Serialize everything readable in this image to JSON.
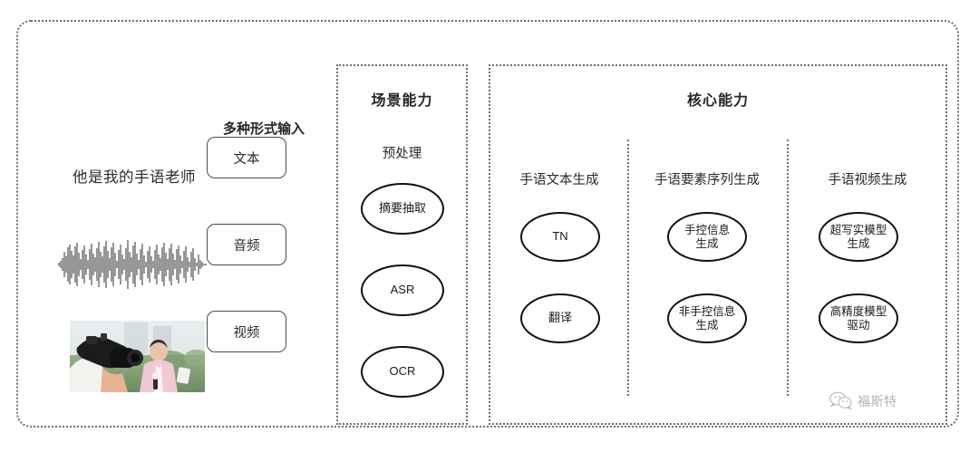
{
  "diagram": {
    "background": "#ffffff",
    "frame_color": "#6f6f6f",
    "node_border_color": "#111111"
  },
  "input_section": {
    "label": "多种形式输入",
    "sample_sentence": "他是我的手语老师",
    "chips": [
      {
        "label": "文本",
        "modality": "text"
      },
      {
        "label": "音频",
        "modality": "audio"
      },
      {
        "label": "视频",
        "modality": "video"
      }
    ],
    "media": {
      "waveform_name": "audio-waveform",
      "photo_caption": "摄像师拍摄出镜记者"
    }
  },
  "scene_panel": {
    "title": "场景能力",
    "group_label": "预处理",
    "nodes": [
      {
        "label": "摘要抽取"
      },
      {
        "label": "ASR"
      },
      {
        "label": "OCR"
      }
    ]
  },
  "core_panel": {
    "title": "核心能力",
    "columns": [
      {
        "heading": "手语文本生成",
        "nodes": [
          {
            "label": "TN"
          },
          {
            "label": "翻译"
          }
        ]
      },
      {
        "heading": "手语要素序列生成",
        "nodes": [
          {
            "label": "手控信息\n生成"
          },
          {
            "label": "非手控信息\n生成"
          }
        ]
      },
      {
        "heading": "手语视频生成",
        "nodes": [
          {
            "label": "超写实模型\n生成"
          },
          {
            "label": "高精度模型\n驱动"
          }
        ]
      }
    ]
  },
  "watermark": {
    "icon": "wechat-icon",
    "text": "福斯特"
  }
}
